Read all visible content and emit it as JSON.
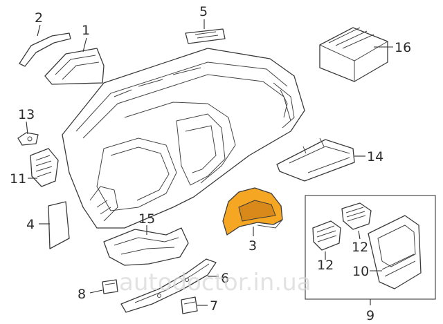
{
  "watermark": "autodoctor.in.ua",
  "callouts": {
    "c1": "1",
    "c2": "2",
    "c3": "3",
    "c4": "4",
    "c5": "5",
    "c6": "6",
    "c7": "7",
    "c8": "8",
    "c9": "9",
    "c10": "10",
    "c11": "11",
    "c12a": "12",
    "c12b": "12",
    "c13": "13",
    "c14": "14",
    "c15": "15",
    "c16": "16"
  },
  "colors": {
    "highlight": "#f5a623",
    "line": "#3a3a3a",
    "background": "#ffffff"
  }
}
